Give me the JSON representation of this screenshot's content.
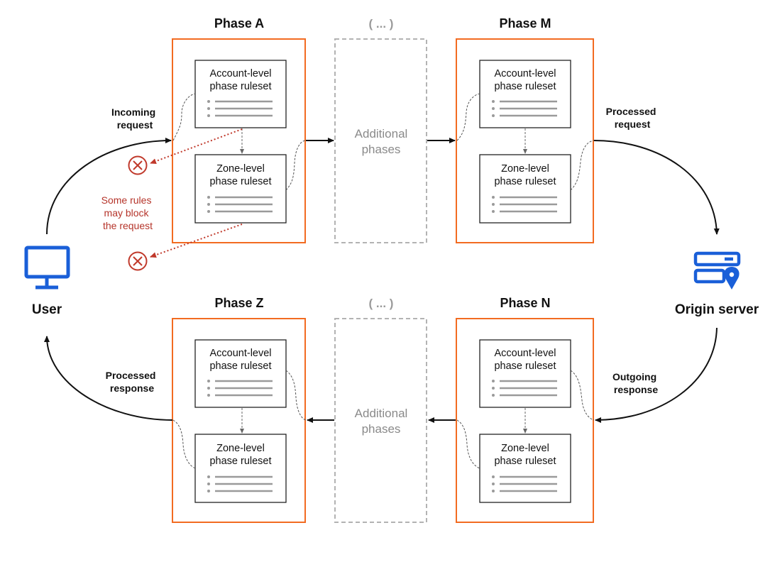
{
  "colors": {
    "phase_border": "#f26b21",
    "additional_border": "#b3b3b3",
    "ruleset_border": "#222222",
    "rule_lines": "#9a9a9a",
    "block_red": "#c0392b",
    "icon_blue": "#1a5fd8",
    "flow_arrow": "#111111"
  },
  "phases": {
    "a": {
      "title": "Phase A"
    },
    "m": {
      "title": "Phase M"
    },
    "z": {
      "title": "Phase Z"
    },
    "n": {
      "title": "Phase N"
    }
  },
  "ellipsis": "( ... )",
  "additional": {
    "line1": "Additional",
    "line2": "phases"
  },
  "ruleset": {
    "account": {
      "line1": "Account-level",
      "line2": "phase ruleset"
    },
    "zone": {
      "line1": "Zone-level",
      "line2": "phase ruleset"
    }
  },
  "flows": {
    "incoming": {
      "line1": "Incoming",
      "line2": "request"
    },
    "processed_request": {
      "line1": "Processed",
      "line2": "request"
    },
    "outgoing": {
      "line1": "Outgoing",
      "line2": "response"
    },
    "processed_response": {
      "line1": "Processed",
      "line2": "response"
    }
  },
  "block_note": {
    "line1": "Some rules",
    "line2": "may block",
    "line3": "the request"
  },
  "actors": {
    "user": {
      "label": "User",
      "icon": "monitor-icon"
    },
    "server": {
      "label": "Origin server",
      "icon": "server-location-icon"
    }
  }
}
